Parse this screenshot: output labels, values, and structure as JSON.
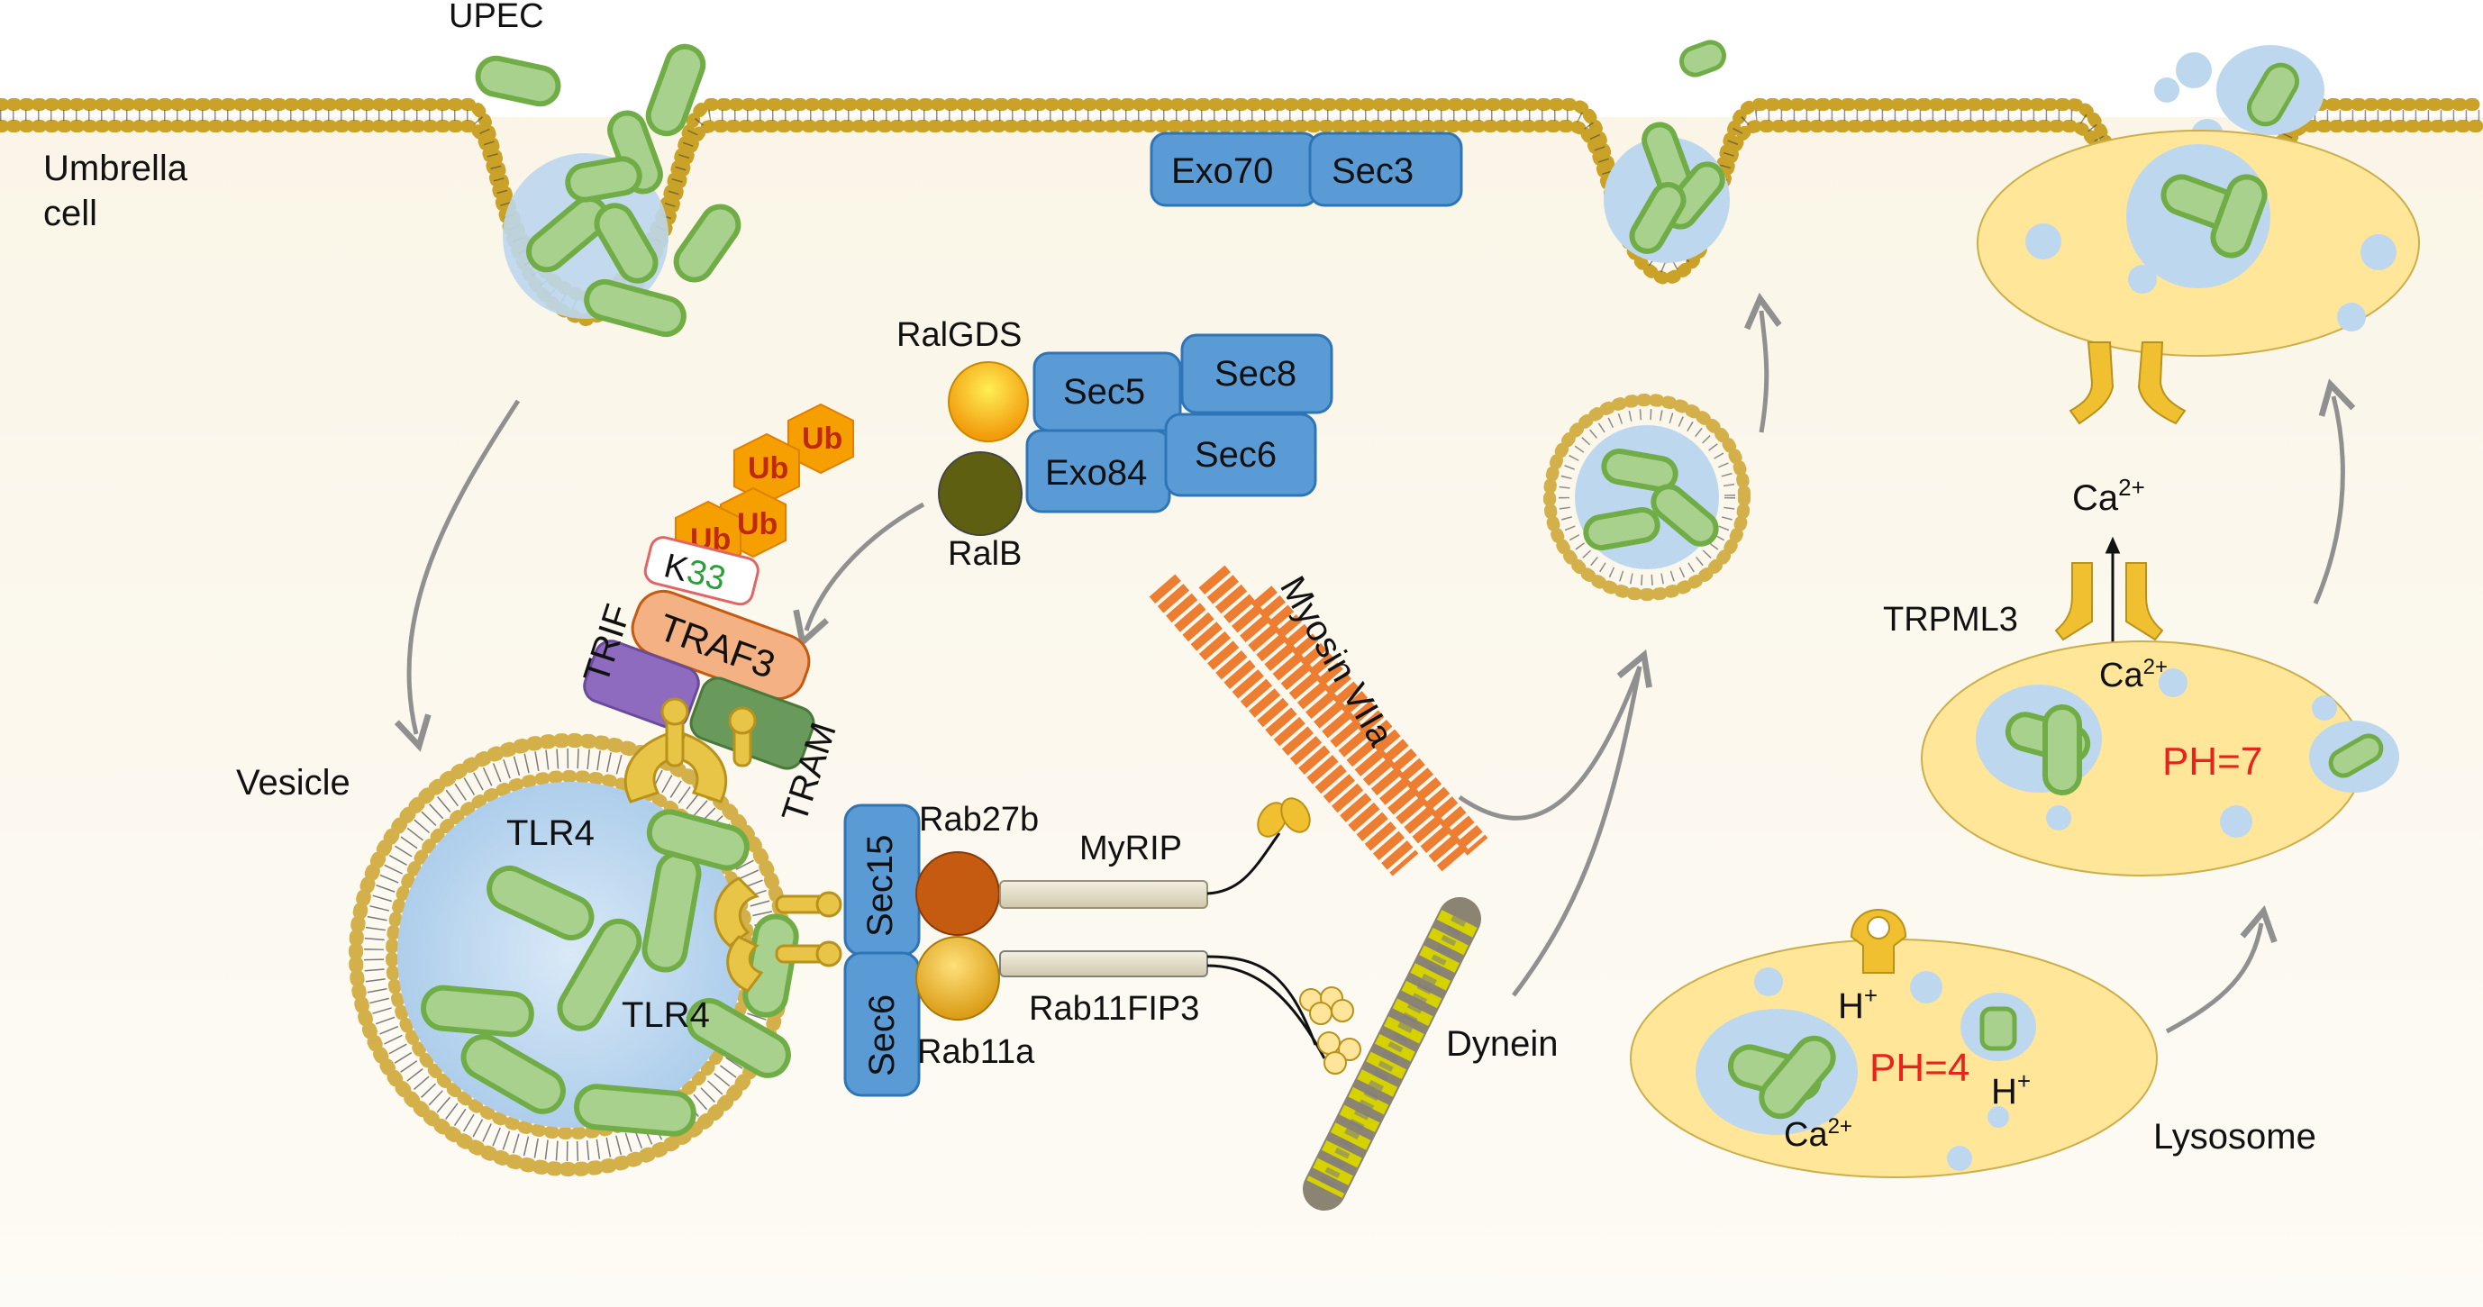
{
  "labels": {
    "upec": "UPEC",
    "umbrella_line1": "Umbrella",
    "umbrella_line2": "cell",
    "vesicle": "Vesicle",
    "tlr4_top": "TLR4",
    "tlr4_bottom": "TLR4",
    "trif": "TRIF",
    "traf3": "TRAF3",
    "tram": "TRAM",
    "k33_k": "K",
    "k33_num": "33",
    "ub": [
      "Ub",
      "Ub",
      "Ub",
      "Ub"
    ],
    "ralgds": "RalGDS",
    "ralb": "RalB",
    "exo70": "Exo70",
    "sec3": "Sec3",
    "sec5": "Sec5",
    "sec8": "Sec8",
    "exo84": "Exo84",
    "sec6_top": "Sec6",
    "sec15": "Sec15",
    "sec6_bottom": "Sec6",
    "rab27b": "Rab27b",
    "rab11a": "Rab11a",
    "myrip": "MyRIP",
    "rab11fip3": "Rab11FIP3",
    "myosin": "Myosin VIIa",
    "dynein": "Dynein",
    "trpml3": "TRPML3",
    "ca_top": "Ca",
    "ca_mid": "Ca",
    "ca_low": "Ca",
    "ca_sup": "2+",
    "ph7": "PH=7",
    "ph4": "PH=4",
    "h_left": "H",
    "h_right": "H",
    "h_sup": "+",
    "lysosome": "Lysosome"
  },
  "colors": {
    "exocyst_blue": "#5b9bd5",
    "bacteria_green": "#a9d18e",
    "vesicle_blue": "#bdd7ee",
    "lipid_gold": "#c9a227",
    "myosin_orange": "#ed7d31",
    "lysosome_yellow": "#ffe699",
    "ph_red": "#e8231c"
  }
}
